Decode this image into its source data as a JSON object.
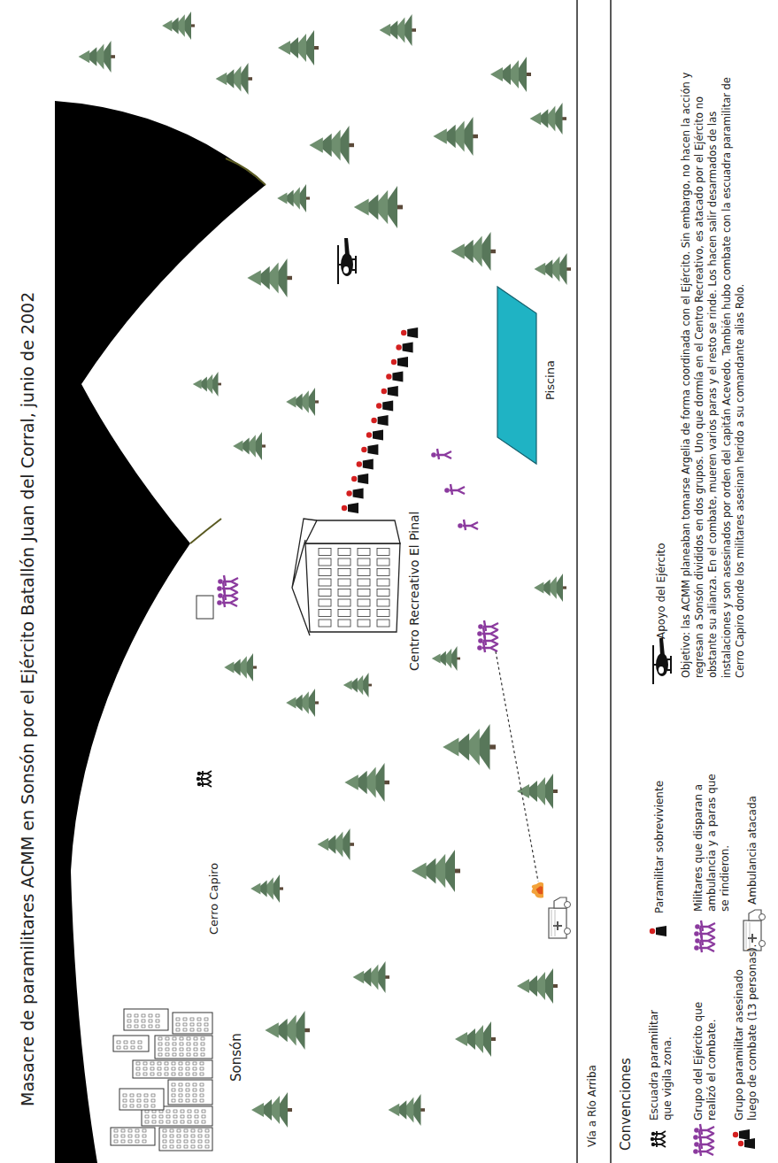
{
  "diagram": {
    "title": "Masacre de paramilitares ACMM en Sonsón por el Ejército Batallón Juan del Corral, junio de 2002",
    "labels": [
      "Sonsón",
      "Cerro Capiro",
      "Centro Recreativo El Pinal",
      "Piscina",
      "Vía a Río Arriba",
      "Convenciones",
      "Objetivo: las ACMM planeaban tomarse Argelia de forma coordinada con el Ejército. Sin embargo, no hacen la acción y regresan a Sonsón divididos en dos grupos. Uno que dormía en el Centro Recreativo, es atacado por el Ejército no obstante su alianza. En el combate, mueren varios paras y el resto se rinde. Los hacen salir desarmados de las instalaciones y son asesinados por orden del capitán Acevedo. También hubo combate con la escuadra paramilitar de Cerro Capiro donde los militares asesinan herido a su comandante alias Rolo."
    ],
    "legend": [
      {
        "text": "Escuadra paramilitar que vigila zona."
      },
      {
        "text": "Grupo del Ejército que realizó el combate."
      },
      {
        "text": "Grupo paramilitar asesinado luego de combate (13 personas)."
      },
      {
        "text": "Paramilitar sobreviviente"
      },
      {
        "text": "Militares que disparan a ambulancia y a paras que se rindieron."
      },
      {
        "text": "Ambulancia atacada"
      },
      {
        "text": "Apoyo del Ejército"
      }
    ]
  }
}
